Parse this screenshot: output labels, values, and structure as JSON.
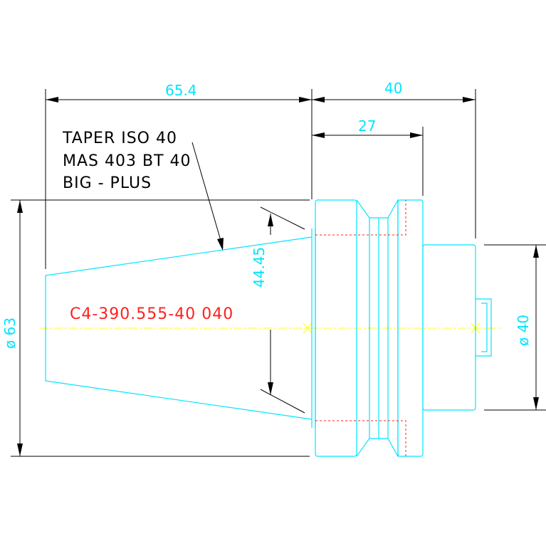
{
  "dimensions": {
    "overall_taper_length": "65.4",
    "flange_length": "40",
    "flange_width": "27",
    "taper_gauge_diameter": "44.45",
    "flange_diameter": "ø 63",
    "shank_diameter": "ø 40"
  },
  "notes": {
    "line1": "TAPER ISO 40",
    "line2": "MAS 403 BT 40",
    "line3": "BIG - PLUS"
  },
  "part_number": "C4-390.555-40 040",
  "colors": {
    "geometry": "#00e5ff",
    "dimension": "#000000",
    "hidden": "#ff2020",
    "centerline": "#ffff00"
  }
}
